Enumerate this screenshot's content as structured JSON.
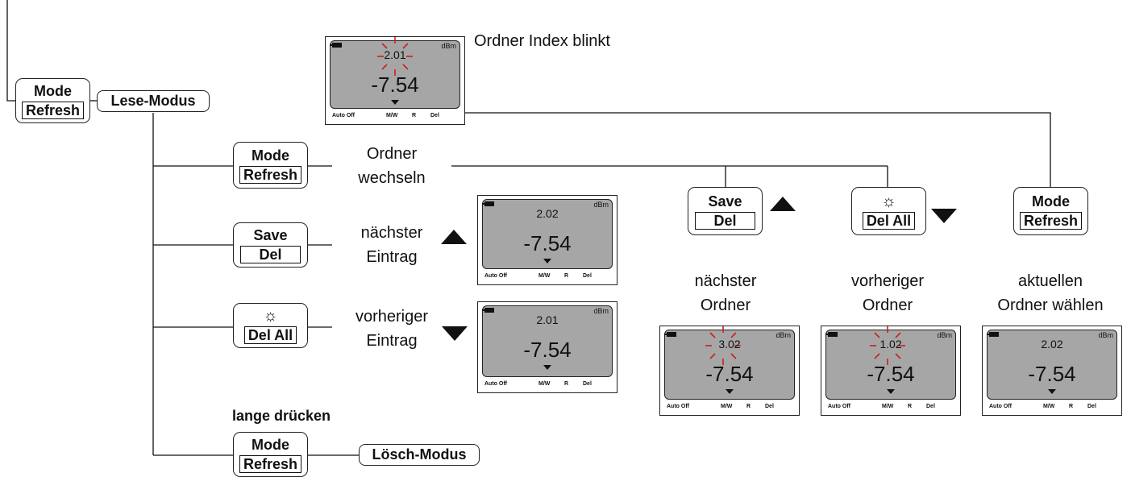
{
  "colors": {
    "screen": "#a6a6a6",
    "blink": "#cc1f1f",
    "line": "#111111"
  },
  "top_display": {
    "index": "2.01",
    "value": "-7.54",
    "unit": "dBm",
    "blinking": true,
    "footer": {
      "auto": "Auto Off",
      "mw": "M/W",
      "r": "R",
      "del": "Del"
    },
    "caption": "Ordner Index blinkt"
  },
  "main_button": {
    "top": "Mode",
    "bottom": "Refresh"
  },
  "read_mode_label": "Lese-Modus",
  "branches": {
    "folder_change": {
      "button": {
        "top": "Mode",
        "bottom": "Refresh"
      },
      "line1": "Ordner",
      "line2": "wechseln"
    },
    "next_entry": {
      "button": {
        "top": "Save",
        "bottom": "Del"
      },
      "line1": "nächster",
      "line2": "Eintrag",
      "display": {
        "index": "2.02",
        "value": "-7.54",
        "unit": "dBm",
        "footer": {
          "auto": "Auto Off",
          "mw": "M/W",
          "r": "R",
          "del": "Del"
        }
      }
    },
    "prev_entry": {
      "button": {
        "icon": "sun-icon",
        "glyph": "☼",
        "bottom": "Del All"
      },
      "line1": "vorheriger",
      "line2": "Eintrag",
      "display": {
        "index": "2.01",
        "value": "-7.54",
        "unit": "dBm",
        "footer": {
          "auto": "Auto Off",
          "mw": "M/W",
          "r": "R",
          "del": "Del"
        }
      }
    },
    "long_press": {
      "caption": "lange drücken",
      "button": {
        "top": "Mode",
        "bottom": "Refresh"
      },
      "delete_mode_label": "Lösch-Modus"
    }
  },
  "folder_options": [
    {
      "button": {
        "top": "Save",
        "bottom": "Del"
      },
      "line1": "nächster",
      "line2": "Ordner",
      "display": {
        "index": "3.02",
        "value": "-7.54",
        "unit": "dBm",
        "blinking": true,
        "footer": {
          "auto": "Auto Off",
          "mw": "M/W",
          "r": "R",
          "del": "Del"
        }
      }
    },
    {
      "button": {
        "icon": "sun-icon",
        "glyph": "☼",
        "bottom": "Del All"
      },
      "line1": "vorheriger",
      "line2": "Ordner",
      "display": {
        "index": "1.02",
        "value": "-7.54",
        "unit": "dBm",
        "blinking": true,
        "footer": {
          "auto": "Auto Off",
          "mw": "M/W",
          "r": "R",
          "del": "Del"
        }
      }
    },
    {
      "button": {
        "top": "Mode",
        "bottom": "Refresh"
      },
      "line1": "aktuellen",
      "line2": "Ordner wählen",
      "display": {
        "index": "2.02",
        "value": "-7.54",
        "unit": "dBm",
        "blinking": false,
        "footer": {
          "auto": "Auto Off",
          "mw": "M/W",
          "r": "R",
          "del": "Del"
        }
      }
    }
  ]
}
